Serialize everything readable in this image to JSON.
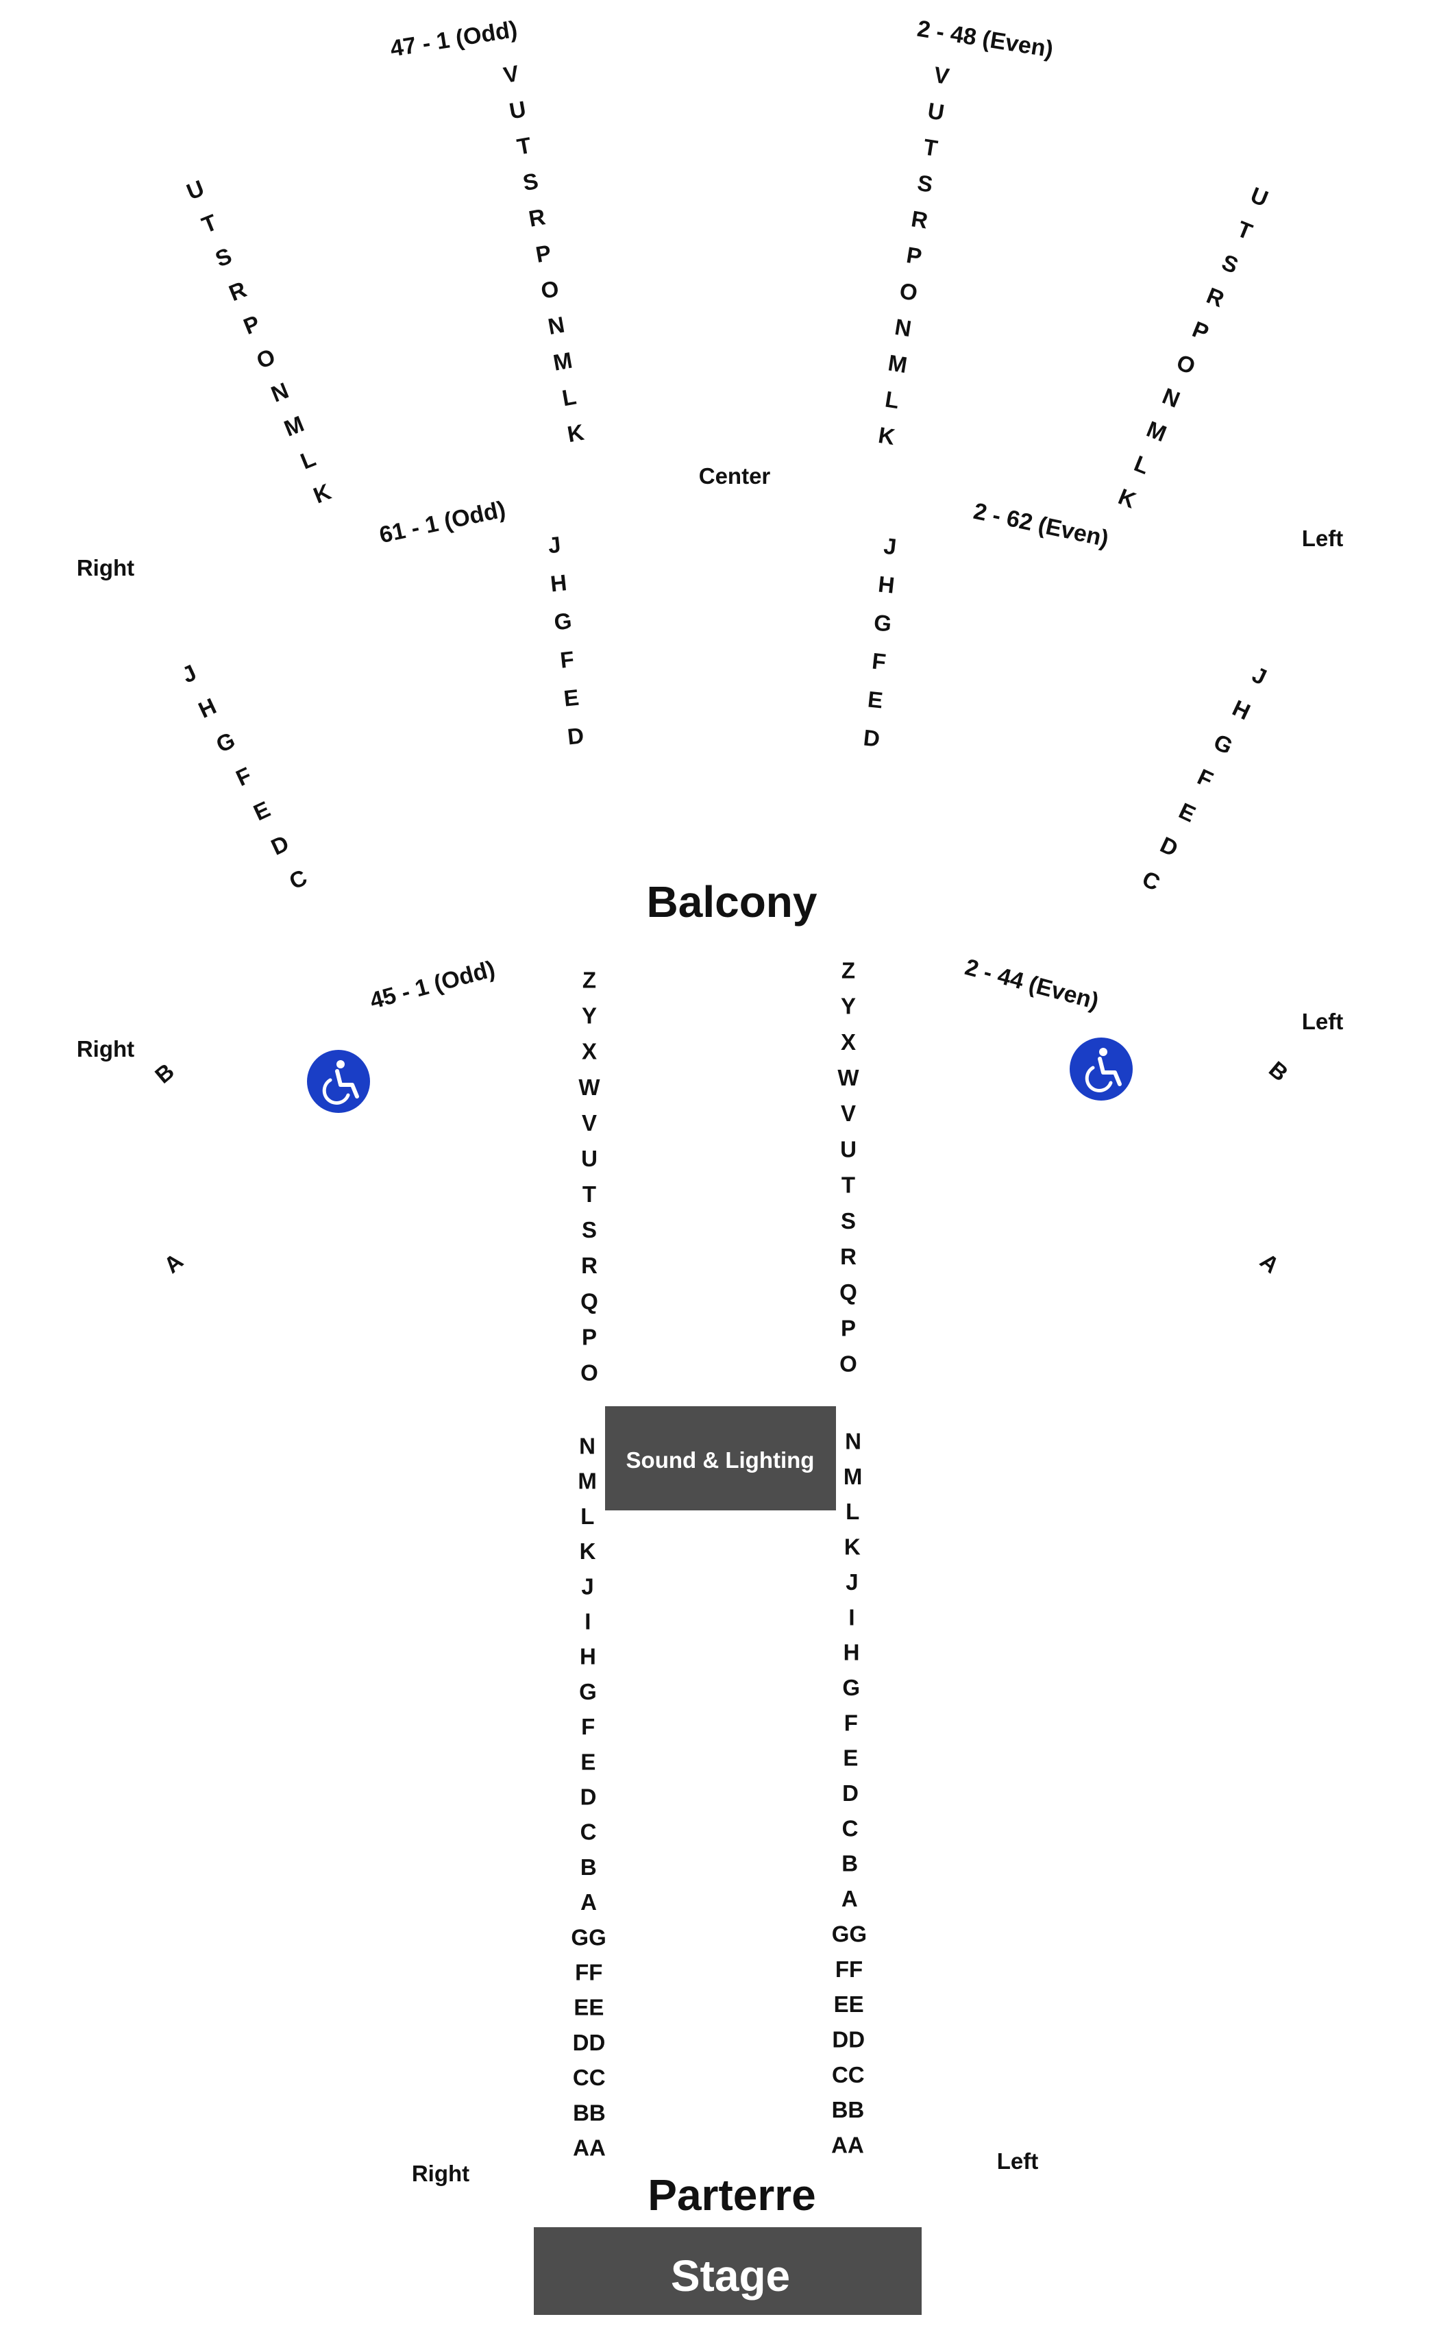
{
  "colors": {
    "box": "#4d4d4d",
    "text": "#111111",
    "box_text": "#ffffff",
    "accessible": "#1a3ec6",
    "background": "#ffffff"
  },
  "titles": {
    "balcony": "Balcony",
    "parterre": "Parterre",
    "stage": "Stage",
    "sound_lighting": "Sound & Lighting"
  },
  "side_labels": {
    "center": "Center",
    "right": "Right",
    "left": "Left"
  },
  "ranges": {
    "balcony_center_right": "47 - 1 (Odd)",
    "balcony_center_left": "2 - 48 (Even)",
    "balcony_right": "61 - 1 (Odd)",
    "balcony_left": "2 - 62 (Even)",
    "lower_right": "45 - 1 (Odd)",
    "lower_left": "2 - 44 (Even)"
  },
  "rows": {
    "upper_center": [
      "V",
      "U",
      "T",
      "S",
      "R",
      "P",
      "O",
      "N",
      "M",
      "L",
      "K"
    ],
    "upper_sides": [
      "U",
      "T",
      "S",
      "R",
      "P",
      "O",
      "N",
      "M",
      "L",
      "K"
    ],
    "mid_center": [
      "J",
      "H",
      "G",
      "F",
      "E",
      "D"
    ],
    "mid_sides": [
      "J",
      "H",
      "G",
      "F",
      "E",
      "D",
      "C"
    ],
    "lower_sides": [
      "B",
      "A"
    ],
    "parterre_upper": [
      "Z",
      "Y",
      "X",
      "W",
      "V",
      "U",
      "T",
      "S",
      "R",
      "Q",
      "P",
      "O"
    ],
    "parterre_lower": [
      "N",
      "M",
      "L",
      "K",
      "J",
      "I",
      "H",
      "G",
      "F",
      "E",
      "D",
      "C",
      "B",
      "A",
      "GG",
      "FF",
      "EE",
      "DD",
      "CC",
      "BB",
      "AA"
    ]
  },
  "icons": {
    "accessible": "wheelchair-icon"
  }
}
